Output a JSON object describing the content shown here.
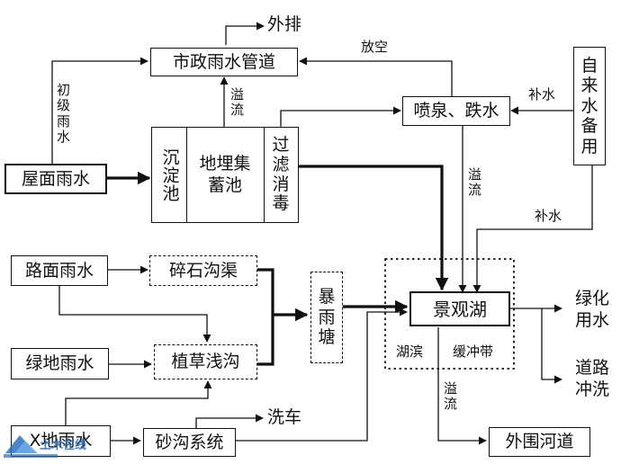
{
  "nodes": {
    "municipal_pipe": "市政雨水管道",
    "discharge": "外排",
    "roof_rain": "屋面雨水",
    "sediment_tank": "沉淀池",
    "storage_tank": "地埋集蓄池",
    "filter": "过滤消毒",
    "fountain": "喷泉、跌水",
    "tap_water": "自来水备用",
    "road_rain": "路面雨水",
    "gravel_ditch": "碎石沟渠",
    "storm_pond": "暴雨塘",
    "landscape_lake": "景观湖",
    "green_rain": "绿地雨水",
    "grass_swale": "植草浅沟",
    "greening": "绿化用水",
    "road_wash": "道路冲洗",
    "other_rain": "X地雨水",
    "sand_ditch": "砂沟系统",
    "car_wash": "洗车",
    "outer_river": "外围河道"
  },
  "labels": {
    "initial_rain": "初级雨水",
    "overflow_top": "溢流",
    "vent": "放空",
    "makeup_1": "补水",
    "overflow_mid": "溢流",
    "makeup_2": "补水",
    "lakeside": "湖滨",
    "buffer": "缓冲带",
    "overflow_bottom": "溢流"
  },
  "watermark": {
    "text": "土木在线"
  }
}
